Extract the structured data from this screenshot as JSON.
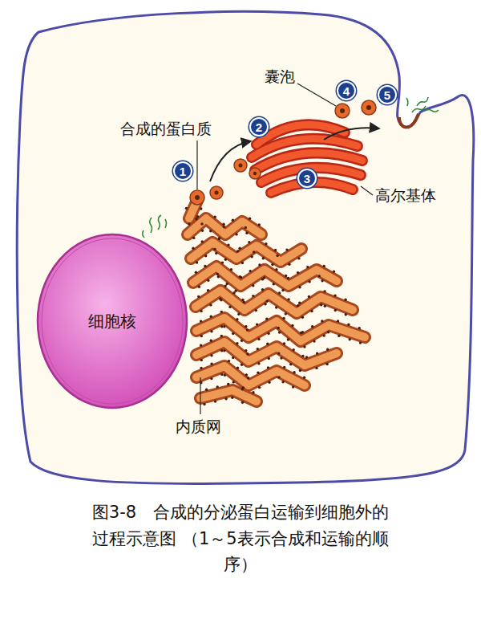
{
  "diagram": {
    "caption": "图3-8　合成的分泌蛋白运输到细胞外的过程示意图 （1～5表示合成和运输的顺序）",
    "nodes": [
      {
        "text": [
          "4"
        ]
      },
      {
        "text": [
          "5"
        ]
      },
      {
        "text": [
          "2"
        ]
      },
      {
        "text": [
          "1"
        ]
      },
      {
        "text": [
          "3"
        ]
      },
      {
        "text": [
          "细胞核"
        ]
      }
    ],
    "labels": [
      "囊泡",
      "合成的蛋白质",
      "高尔基体",
      "内质网"
    ]
  }
}
